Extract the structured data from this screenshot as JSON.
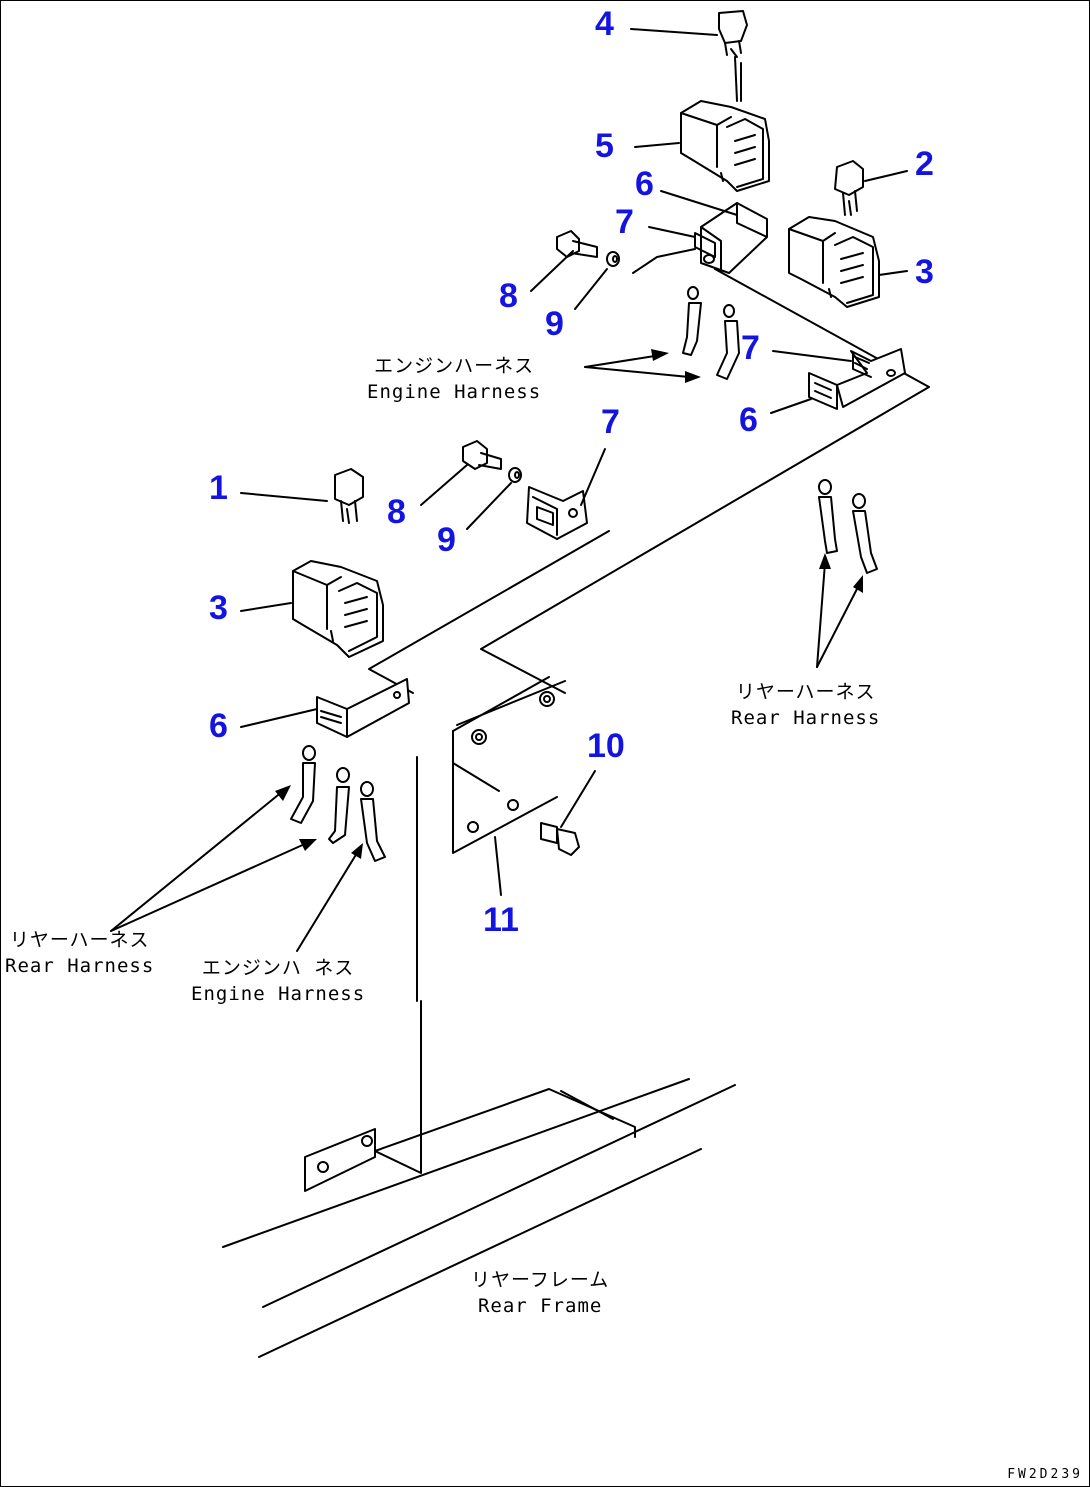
{
  "callout_numbers": {
    "n1": "1",
    "n2": "2",
    "n3a": "3",
    "n3b": "3",
    "n4": "4",
    "n5": "5",
    "n6a": "6",
    "n6b": "6",
    "n6c": "6",
    "n7a": "7",
    "n7b": "7",
    "n7c": "7",
    "n8a": "8",
    "n8b": "8",
    "n9a": "9",
    "n9b": "9",
    "n10": "10",
    "n11": "11"
  },
  "labels": {
    "engine_harness_upper": {
      "jp": "エンジンハーネス",
      "en": "Engine Harness"
    },
    "rear_harness_right": {
      "jp": "リヤーハーネス",
      "en": "Rear Harness"
    },
    "rear_harness_left": {
      "jp": "リヤーハーネス",
      "en": "Rear Harness"
    },
    "engine_harness_lower": {
      "jp": "エンジンハ ネス",
      "en": "Engine Harness"
    },
    "rear_frame": {
      "jp": "リヤーフレーム",
      "en": "Rear Frame"
    }
  },
  "drawing_code": "FW2D239",
  "colors": {
    "callout": "#1414e0",
    "line": "#000000",
    "background": "#ffffff"
  }
}
